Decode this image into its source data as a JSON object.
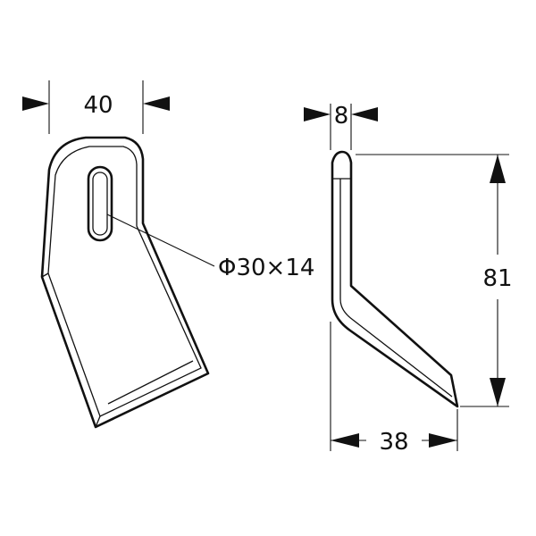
{
  "front_view": {
    "width_dimension": "40",
    "slot_dimension": "Φ30×14"
  },
  "side_view": {
    "thickness_dimension": "8",
    "height_dimension": "81",
    "depth_dimension": "38"
  }
}
